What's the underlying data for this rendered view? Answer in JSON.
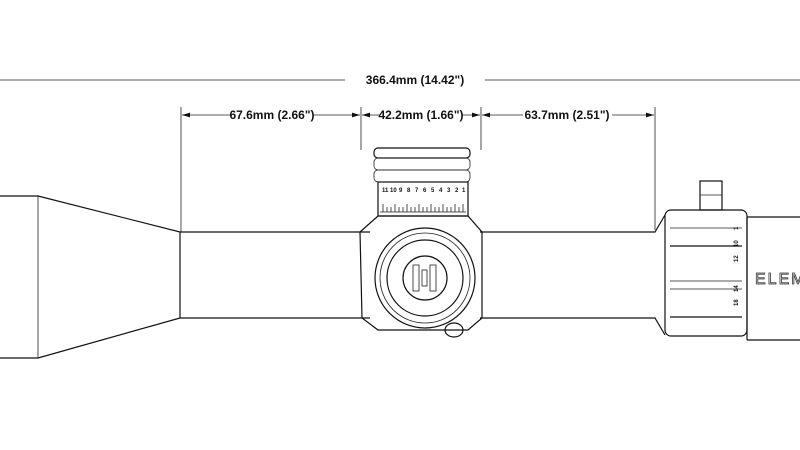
{
  "dimensions": {
    "overall": "366.4mm (14.42\")",
    "objective_to_turret": "67.6mm (2.66\")",
    "turret_width": "42.2mm (1.66\")",
    "turret_to_eyepiece": "63.7mm (2.51\")"
  },
  "elevation_dial_numbers": [
    "11",
    "10",
    "9",
    "8",
    "7",
    "6",
    "5",
    "4",
    "3",
    "2",
    "1"
  ],
  "magnification_ring_numbers": [
    "1",
    "10",
    "12",
    "14",
    "18"
  ],
  "eyepiece_logo_text": "ELEM",
  "colors": {
    "line": "#111111",
    "background": "#ffffff"
  }
}
